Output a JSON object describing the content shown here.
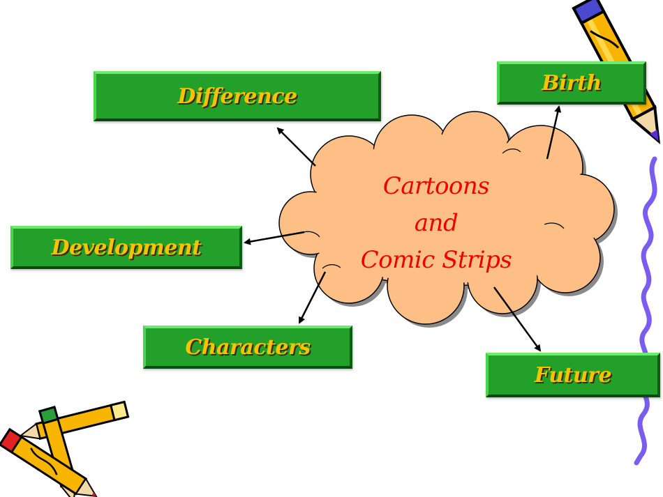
{
  "center": {
    "line1": "Cartoons",
    "line2": "and",
    "line3": "Comic Strips"
  },
  "topics": {
    "difference": "Difference",
    "birth": "Birth",
    "development": "Development",
    "characters": "Characters",
    "future": "Future"
  },
  "colors": {
    "box_fill": "#22a02a",
    "box_text": "#f4c400",
    "cloud_fill": "#fdbf86",
    "center_text": "#ee0000",
    "squiggle": "#7b5cf0"
  },
  "icons": [
    "pencil-icon",
    "crossed-pencils-icon"
  ]
}
